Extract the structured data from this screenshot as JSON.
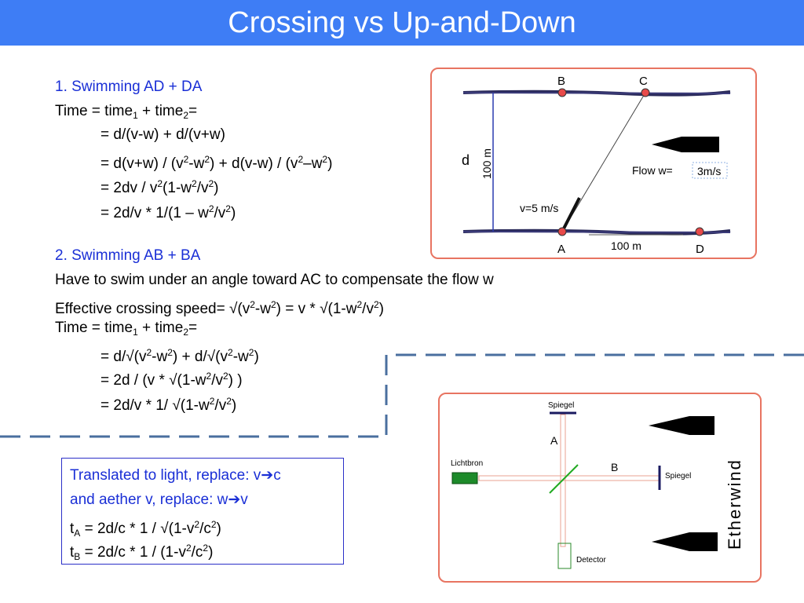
{
  "title": "Crossing vs Up-and-Down",
  "section1": {
    "heading": "1. Swimming AD + DA",
    "line1": "Time =  time",
    "line1_sub1": "1",
    "line1_mid": " + time",
    "line1_sub2": "2",
    "line1_end": "=",
    "line2": "= d/(v-w) + d/(v+w)",
    "line3": [
      "= d(v+w) / (v",
      "2",
      "-w",
      "2",
      ")  +  d(v-w) / (v",
      "2",
      "–w",
      "2",
      ")"
    ],
    "line4": [
      "= 2dv / v",
      "2",
      "(1-w",
      "2",
      "/v",
      "2",
      ")"
    ],
    "line5": [
      "= 2d/v   *  1/(1 – w",
      "2",
      "/v",
      "2",
      ")"
    ]
  },
  "section2": {
    "heading": "2. Swimming AB + BA",
    "line1": "Have to swim under an angle toward AC to compensate the flow w",
    "line2": [
      "Effective crossing speed= √(v",
      "2",
      "-w",
      "2",
      ") = v * √(1-w",
      "2",
      "/v",
      "2",
      ")"
    ],
    "line3": "Time =  time",
    "line3_sub1": "1",
    "line3_mid": " + time",
    "line3_sub2": "2",
    "line3_end": "=",
    "line4": [
      "= d/√(v",
      "2",
      "-w",
      "2",
      ") + d/√(v",
      "2",
      "-w",
      "2",
      ")"
    ],
    "line5": [
      "= 2d  / (v  * √(1-w",
      "2",
      "/v",
      "2",
      ") )"
    ],
    "line6": [
      "= 2d/v   *  1/ √(1-w",
      "2",
      "/v",
      "2",
      ")"
    ]
  },
  "translation_box": {
    "line1": "Translated to light, replace: v",
    "line1_end": "c",
    "line2": "and aether v, replace: w",
    "line2_end": "v",
    "line3": [
      "t",
      "A",
      " = 2d/c * 1 / √(1-v",
      "2",
      "/c",
      "2",
      ")"
    ],
    "line4": [
      "t",
      "B",
      " = 2d/c * 1 / (1-v",
      "2",
      "/c",
      "2",
      ")"
    ]
  },
  "river_diagram": {
    "label_B": "B",
    "label_C": "C",
    "label_A": "A",
    "label_D": "D",
    "label_d": "d",
    "label_100m_vertical": "100 m",
    "label_100m_horizontal": "100 m",
    "label_speed": "v=5 m/s",
    "label_flow": "Flow w=",
    "label_flow_value": "3m/s"
  },
  "interferometer_diagram": {
    "label_spiegel_top": "Spiegel",
    "label_spiegel_right": "Spiegel",
    "label_lichtbron": "Lichtbron",
    "label_detector": "Detector",
    "label_A": "A",
    "label_B": "B",
    "label_etherwind": "Etherwind"
  },
  "colors": {
    "title_bar": "#3e7df5",
    "heading_text": "#1a2fd6",
    "panel_border": "#e87461",
    "dashed_line": "#4a6f9f"
  }
}
